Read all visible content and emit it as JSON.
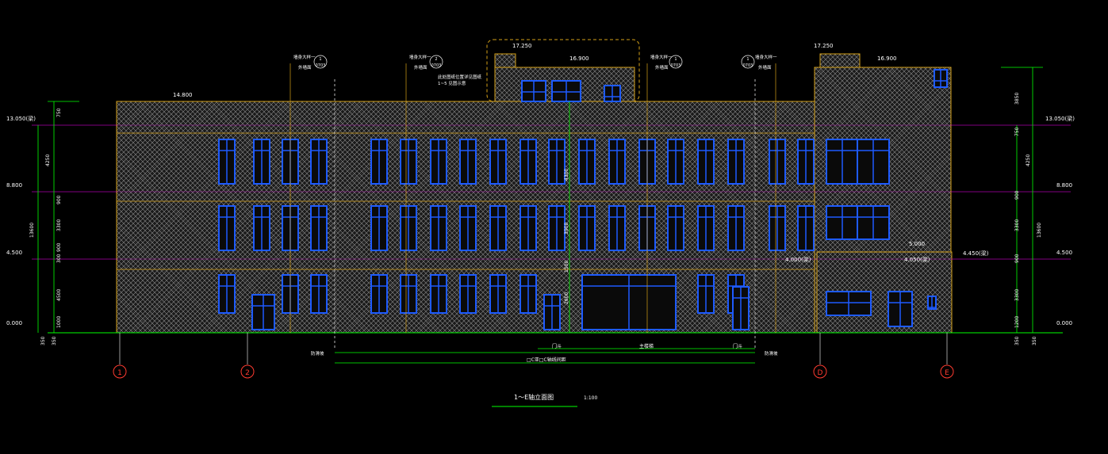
{
  "drawing": {
    "title": "1～E轴立面图",
    "scale": "1:100",
    "colors": {
      "background": "#000000",
      "facade_hatch": "#7a7a7a",
      "outline": "#d4a017",
      "window": "#1e5bff",
      "grid_line": "#ffffff",
      "level_line": "#ff00ff",
      "dimension": "#00ff00",
      "axis_bubble": "#ff3b30",
      "text": "#ffffff"
    }
  },
  "axes": [
    {
      "label": "1"
    },
    {
      "label": "2"
    },
    {
      "label": "D"
    },
    {
      "label": "E"
    }
  ],
  "levels": {
    "left": [
      "13.050(梁)",
      "8.800",
      "4.500",
      "0.000"
    ],
    "right": [
      "13.050(梁)",
      "8.800",
      "4.500",
      "0.000"
    ],
    "roof": [
      "17.250",
      "16.900",
      "14.800",
      "17.250",
      "16.900"
    ],
    "mid": [
      "5.000",
      "4.000(梁)",
      "4.050(梁)",
      "4.450(梁)"
    ]
  },
  "dimensions": {
    "left_total": "13600",
    "right_total": "13600",
    "left_segments": [
      "1000",
      "4500",
      "300",
      "900",
      "3300",
      "900",
      "4250",
      "750"
    ],
    "right_segments": [
      "1200",
      "3300",
      "900",
      "3300",
      "900",
      "4250",
      "750",
      "3850"
    ],
    "bottom_left": [
      "350",
      "350"
    ],
    "bottom_right": [
      "350",
      "350"
    ],
    "center_vertical": [
      "4300",
      "3900",
      "1500",
      "2600"
    ],
    "bottom_chain": [
      "门斗",
      "主楼梯",
      "门斗"
    ],
    "bottom_total": "□C亚□C轴线间距"
  },
  "callouts": {
    "tag1": "墙身大样一",
    "tag1_num": "1",
    "tag1_ref": "0703",
    "tag2": "墙身大样一",
    "tag2_num": "2",
    "tag2_ref": "0703",
    "tag3": "墙身大样一",
    "tag3_num": "1",
    "tag3_ref": "0703",
    "tag4": "墙身大样一",
    "tag4_num": "1",
    "tag4_ref": "0703",
    "note": "此处图纸位置详见图纸",
    "note2": "1~5 见图示意",
    "sub1": "外墙面",
    "sub2": "外墙面",
    "sub3": "外墙面",
    "sub4": "外墙面",
    "left_tag": "防滑坡",
    "right_tag": "防滑坡"
  }
}
